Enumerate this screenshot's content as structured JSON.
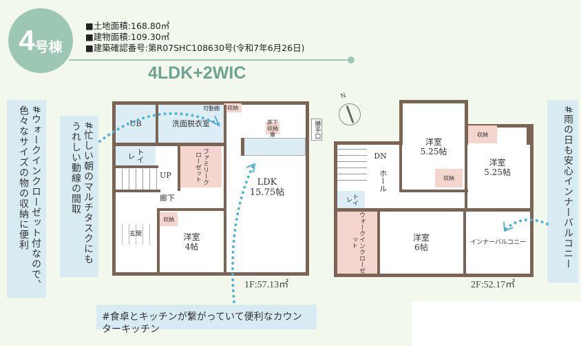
{
  "header": {
    "building_number": "4",
    "building_suffix": "号棟",
    "specs": [
      "■土地面積:168.80㎡",
      "■建物面積:109.30㎡",
      "■建築確認番号:第R07SHC108630号(令和7年6月26日)"
    ],
    "layout_type": "4LDK+2WIC"
  },
  "floor1": {
    "area_label": "1F:57.13㎡",
    "rooms": {
      "ub": "UB",
      "washroom": "洗面脱衣室",
      "movable_shelf": "可動棚",
      "storage_top": "収納",
      "underfloor": "床下収納庫",
      "ldk_name": "LDK",
      "ldk_size": "15.75帖",
      "toilet": "トイレ",
      "family_closet": "ファミリークローゼット",
      "up": "UP",
      "hallway": "廊下",
      "storage_room": "収納",
      "room_name": "洋室",
      "room_size": "4帖",
      "entrance": "玄関",
      "back_door": "勝手口"
    }
  },
  "floor2": {
    "area_label": "2F:52.17㎡",
    "rooms": {
      "room_a_name": "洋室",
      "room_a_size": "5.25帖",
      "room_b_name": "洋室",
      "room_b_size": "5.25帖",
      "storage_a": "収納",
      "storage_b": "収納",
      "dn": "DN",
      "hall": "ホール",
      "toilet": "トイレ",
      "wic": "ウォークインクローゼット",
      "room_c_name": "洋室",
      "room_c_size": "6帖",
      "balcony": "インナーバルコニー"
    }
  },
  "compass": {
    "label": "N"
  },
  "callouts": {
    "wic": "#ウォークインクローゼット付なので、色々なサイズの物の収納に便利",
    "morning": "#忙しい朝のマルチタスクにもうれしい動線の間取",
    "kitchen": "#食卓とキッチンが繋がっていて便利なカウンターキッチン",
    "balcony": "#雨の日も安心インナーバルコニー"
  },
  "colors": {
    "accent": "#9cc7b4",
    "wall": "#7b6453",
    "callout_bg": "#d9ebf2",
    "dots": "#4fb3d9"
  }
}
